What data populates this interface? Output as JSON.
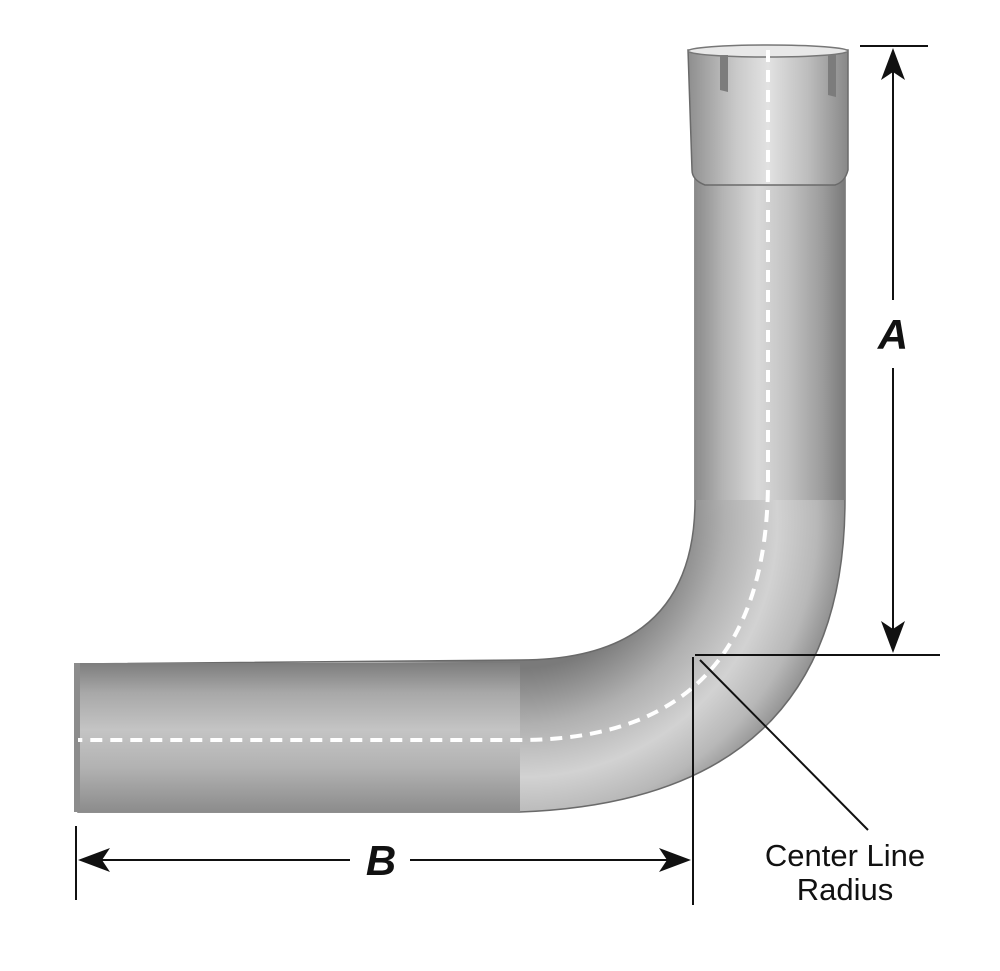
{
  "dimensions": {
    "vertical_label": "A",
    "horizontal_label": "B"
  },
  "callout": {
    "line1": "Center Line",
    "line2": "Radius"
  },
  "colors": {
    "pipe_light": "#d6d6d6",
    "pipe_mid": "#a9a9a9",
    "pipe_dark": "#6e6e6e",
    "centerline": "#ffffff",
    "ink": "#111111",
    "background": "#ffffff"
  }
}
